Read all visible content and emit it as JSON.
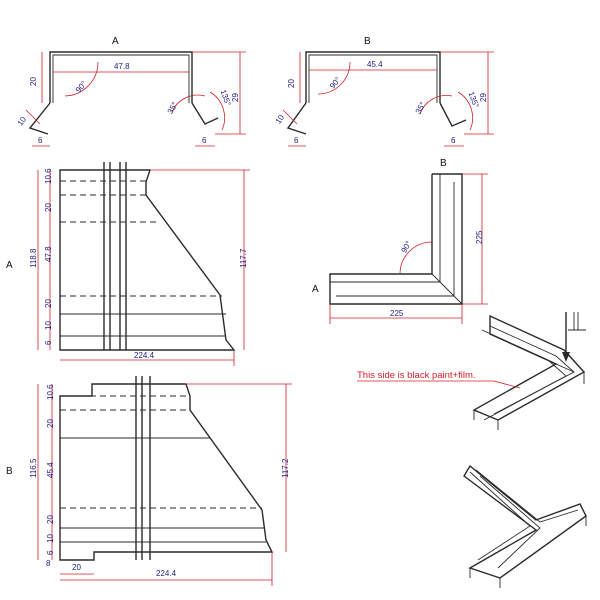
{
  "labels": {
    "profile_a": "A",
    "profile_b": "B",
    "side_a": "A",
    "side_b": "B",
    "corner_a": "A",
    "corner_b": "B"
  },
  "profile_a": {
    "width": "47.8",
    "left_height": "20",
    "lip": "10",
    "foot": "6",
    "foot_right": "6",
    "right_height": "29",
    "angle_top": "90°",
    "angle_left": "35°",
    "angle_right": "135°"
  },
  "profile_b": {
    "width": "45.4",
    "left_height": "20",
    "lip": "10",
    "foot": "6",
    "foot_right": "6",
    "right_height": "29",
    "angle_top": "90°",
    "angle_left": "35°",
    "angle_right": "135°"
  },
  "side_a": {
    "segments": [
      "10.6",
      "20",
      "47.8",
      "20",
      "10",
      "6"
    ],
    "total_left": "118.8",
    "total_right": "117.7",
    "length": "224.4"
  },
  "side_b": {
    "segments": [
      "10.6",
      "20",
      "45.4",
      "20",
      "10",
      "6"
    ],
    "total_left": "116.5",
    "total_right": "117.2",
    "length": "224.4",
    "small_a": "8",
    "small_b": "20"
  },
  "corner": {
    "vertical": "225",
    "horizontal": "225",
    "angle": "90°"
  },
  "note": "This side is black paint+film."
}
